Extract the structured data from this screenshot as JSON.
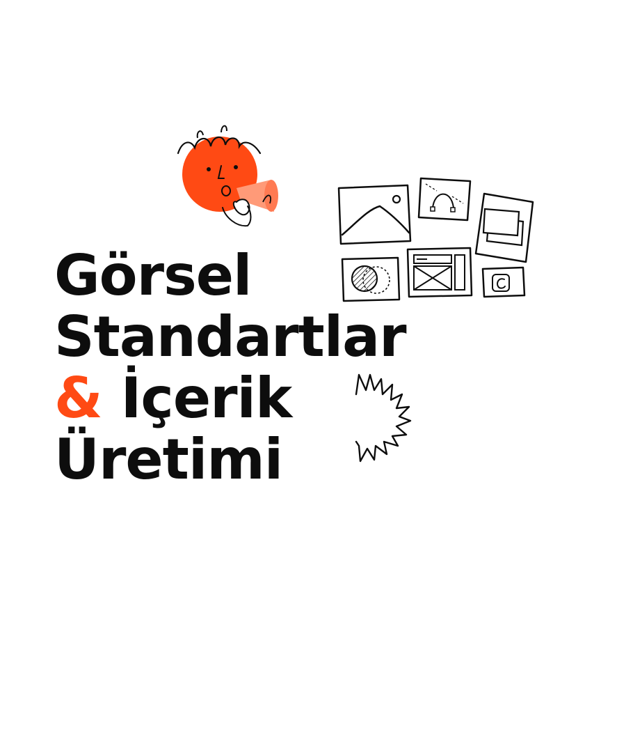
{
  "title": {
    "line1": "Görsel",
    "line2": "Standartlar",
    "ampersand": "&",
    "line3": "İçerik",
    "line4": "Üretimi"
  },
  "colors": {
    "accent": "#ff4a14",
    "ink": "#0d0d0d",
    "background": "#ffffff"
  },
  "icons": [
    "character-with-megaphone-icon",
    "image-frame-icon",
    "bezier-curve-icon",
    "layers-frame-icon",
    "color-circle-icon",
    "layout-wireframe-icon",
    "copyright-icon",
    "starburst-icon"
  ]
}
